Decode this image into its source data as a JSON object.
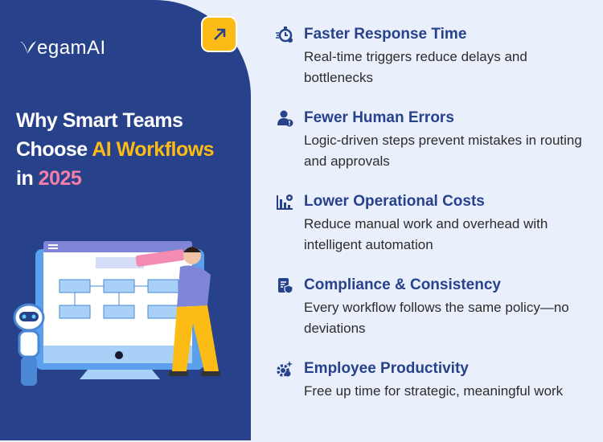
{
  "brand": {
    "logo_text": "VegamAI",
    "logo_rest": "egamAI"
  },
  "headline": {
    "line1": "Why Smart Teams",
    "line2_plain": "Choose ",
    "line2_accent": "AI Workflows",
    "line3_plain": "in ",
    "line3_accent": "2025"
  },
  "colors": {
    "panel": "#27428b",
    "accent_yellow": "#fdbb16",
    "accent_pink": "#f57ea8",
    "background": "#e9f0fc"
  },
  "features": [
    {
      "icon": "stopwatch-icon",
      "title": "Faster Response Time",
      "desc": "Real-time triggers reduce delays and bottlenecks"
    },
    {
      "icon": "user-alert-icon",
      "title": "Fewer Human Errors",
      "desc": "Logic-driven steps prevent mistakes in routing and approvals"
    },
    {
      "icon": "cost-chart-icon",
      "title": "Lower Operational Costs",
      "desc": "Reduce manual work and overhead with intelligent automation"
    },
    {
      "icon": "document-shield-icon",
      "title": "Compliance & Consistency",
      "desc": "Every workflow follows the same policy—no deviations"
    },
    {
      "icon": "gear-sparkle-icon",
      "title": "Employee Productivity",
      "desc": "Free up time for strategic, meaningful work"
    }
  ]
}
